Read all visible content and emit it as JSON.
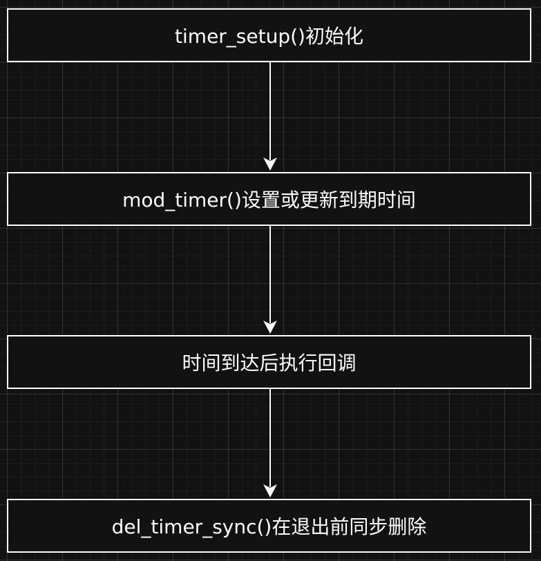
{
  "diagram": {
    "type": "flowchart",
    "direction": "top-to-bottom",
    "nodes": [
      {
        "id": "n1",
        "label": "timer_setup()初始化"
      },
      {
        "id": "n2",
        "label": "mod_timer()设置或更新到期时间"
      },
      {
        "id": "n3",
        "label": "时间到达后执行回调"
      },
      {
        "id": "n4",
        "label": "del_timer_sync()在退出前同步删除"
      }
    ],
    "edges": [
      {
        "from": "n1",
        "to": "n2"
      },
      {
        "from": "n2",
        "to": "n3"
      },
      {
        "from": "n3",
        "to": "n4"
      }
    ],
    "colors": {
      "background": "#121212",
      "grid": "#2a2a2a",
      "stroke": "#ffffff",
      "text": "#ffffff"
    }
  }
}
